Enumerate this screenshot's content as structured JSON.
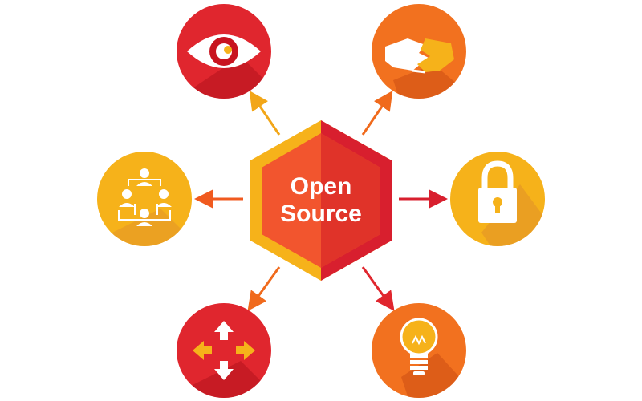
{
  "hub": {
    "line1": "Open",
    "line2": "Source",
    "colors": {
      "left": "#f6b21a",
      "right": "#e33a2b",
      "front": "#f2552e",
      "dark": "#c9182a"
    }
  },
  "nodes": [
    {
      "id": "transparency",
      "icon": "eye-icon",
      "color": "#e0262e"
    },
    {
      "id": "collaboration",
      "icon": "handshake-icon",
      "color": "#f2711f"
    },
    {
      "id": "community",
      "icon": "people-network-icon",
      "color": "#f6b21a"
    },
    {
      "id": "security",
      "icon": "padlock-icon",
      "color": "#f6b21a"
    },
    {
      "id": "freedom",
      "icon": "four-arrows-icon",
      "color": "#e0262e"
    },
    {
      "id": "innovation",
      "icon": "lightbulb-icon",
      "color": "#f2711f"
    }
  ],
  "arrow_colors": {
    "to-eye": "#f2a618",
    "to-hand": "#f06a1c",
    "to-people": "#f05a1f",
    "to-lock": "#d81f2e",
    "to-arrows": "#f06a1c",
    "to-bulb": "#e0262e"
  }
}
